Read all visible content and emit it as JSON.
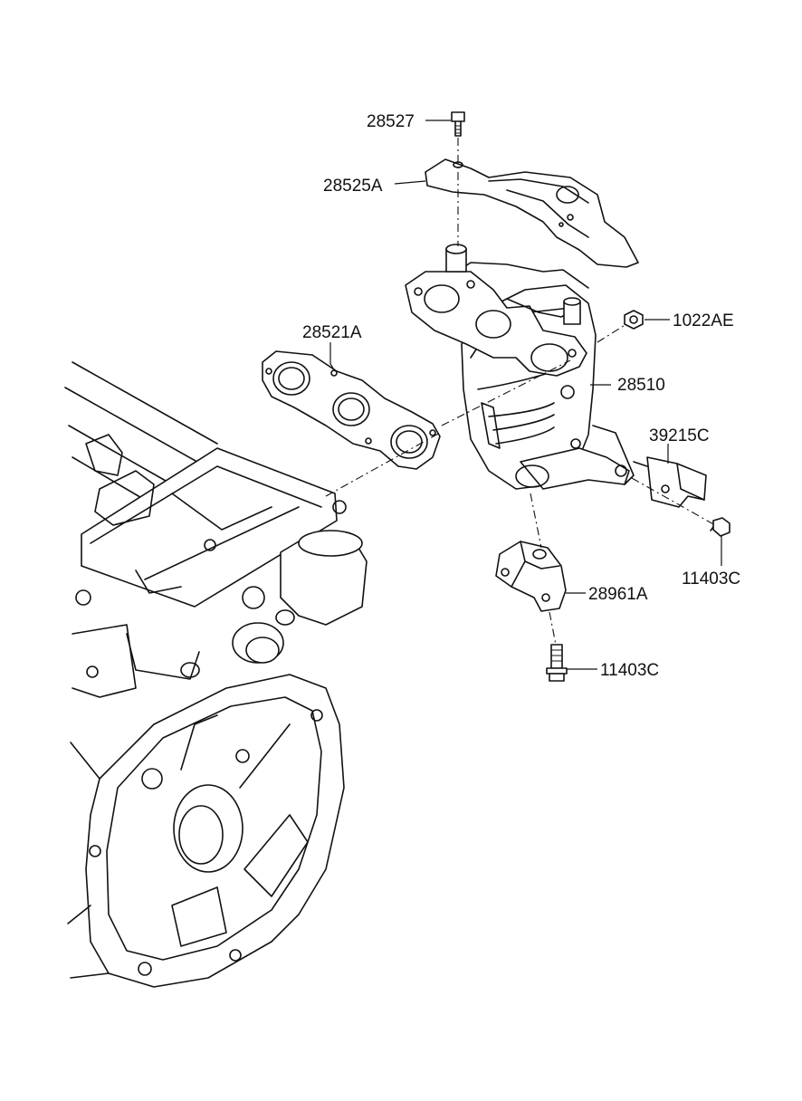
{
  "parts": [
    {
      "id": "28527"
    },
    {
      "id": "28525A"
    },
    {
      "id": "28521A"
    },
    {
      "id": "1022AE"
    },
    {
      "id": "28510"
    },
    {
      "id": "39215C"
    },
    {
      "id": "11403C"
    },
    {
      "id": "28961A"
    },
    {
      "id": "11403C"
    }
  ]
}
